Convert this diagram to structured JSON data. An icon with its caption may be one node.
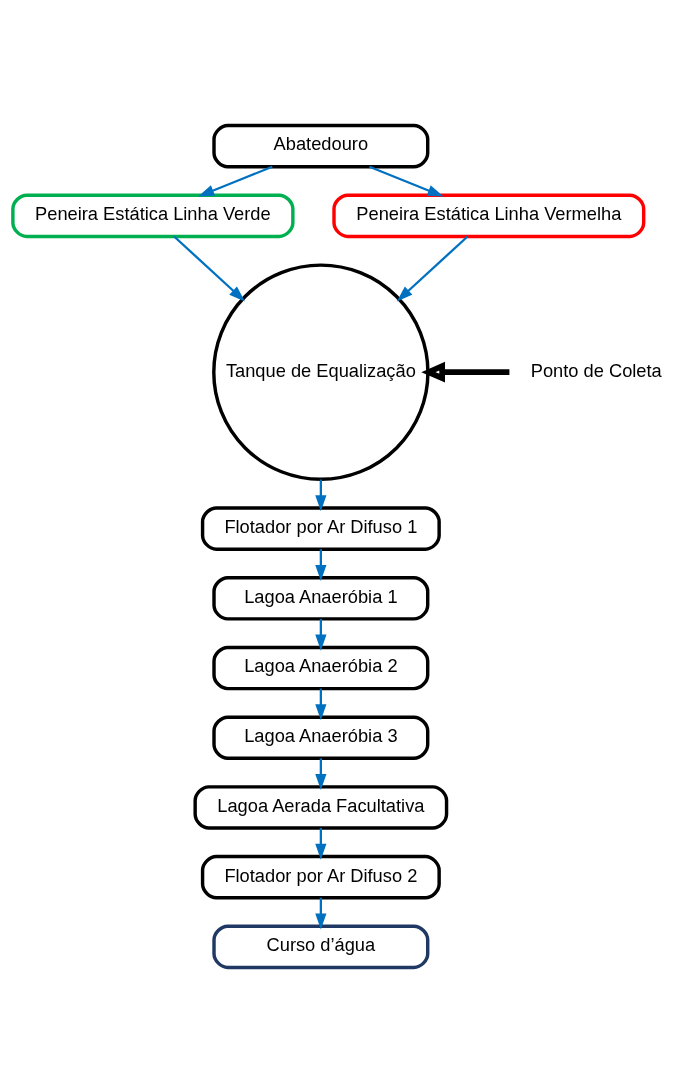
{
  "diagram": {
    "nodes": [
      {
        "text": [
          "Abatedouro"
        ]
      },
      {
        "text": [
          "Peneira Estática Linha Verde"
        ]
      },
      {
        "text": [
          "Peneira Estática Linha Vermelha"
        ]
      },
      {
        "text": [
          "Tanque de Equalização"
        ]
      },
      {
        "text": [
          "Ponto de Coleta"
        ]
      },
      {
        "text": [
          "Flotador por Ar Difuso 1"
        ]
      },
      {
        "text": [
          "Lagoa Anaeróbia 1"
        ]
      },
      {
        "text": [
          "Lagoa Anaeróbia 2"
        ]
      },
      {
        "text": [
          "Lagoa Anaeróbia 3"
        ]
      },
      {
        "text": [
          "Lagoa Aerada Facultativa"
        ]
      },
      {
        "text": [
          "Flotador por Ar Difuso 2"
        ]
      },
      {
        "text": [
          "Curso d’água"
        ]
      }
    ],
    "edges": [
      {
        "from": 0,
        "to": 1,
        "arrow": "to"
      },
      {
        "from": 0,
        "to": 2,
        "arrow": "to"
      },
      {
        "from": 1,
        "to": 3,
        "arrow": "to"
      },
      {
        "from": 2,
        "to": 3,
        "arrow": "to"
      },
      {
        "from": 4,
        "to": 3,
        "arrow": "to",
        "style": "thick",
        "color": "#000000"
      },
      {
        "from": 3,
        "to": 5,
        "arrow": "to"
      },
      {
        "from": 5,
        "to": 6,
        "arrow": "to"
      },
      {
        "from": 6,
        "to": 7,
        "arrow": "to"
      },
      {
        "from": 7,
        "to": 8,
        "arrow": "to"
      },
      {
        "from": 8,
        "to": 9,
        "arrow": "to"
      },
      {
        "from": 9,
        "to": 10,
        "arrow": "to"
      },
      {
        "from": 10,
        "to": 11,
        "arrow": "to"
      }
    ]
  }
}
